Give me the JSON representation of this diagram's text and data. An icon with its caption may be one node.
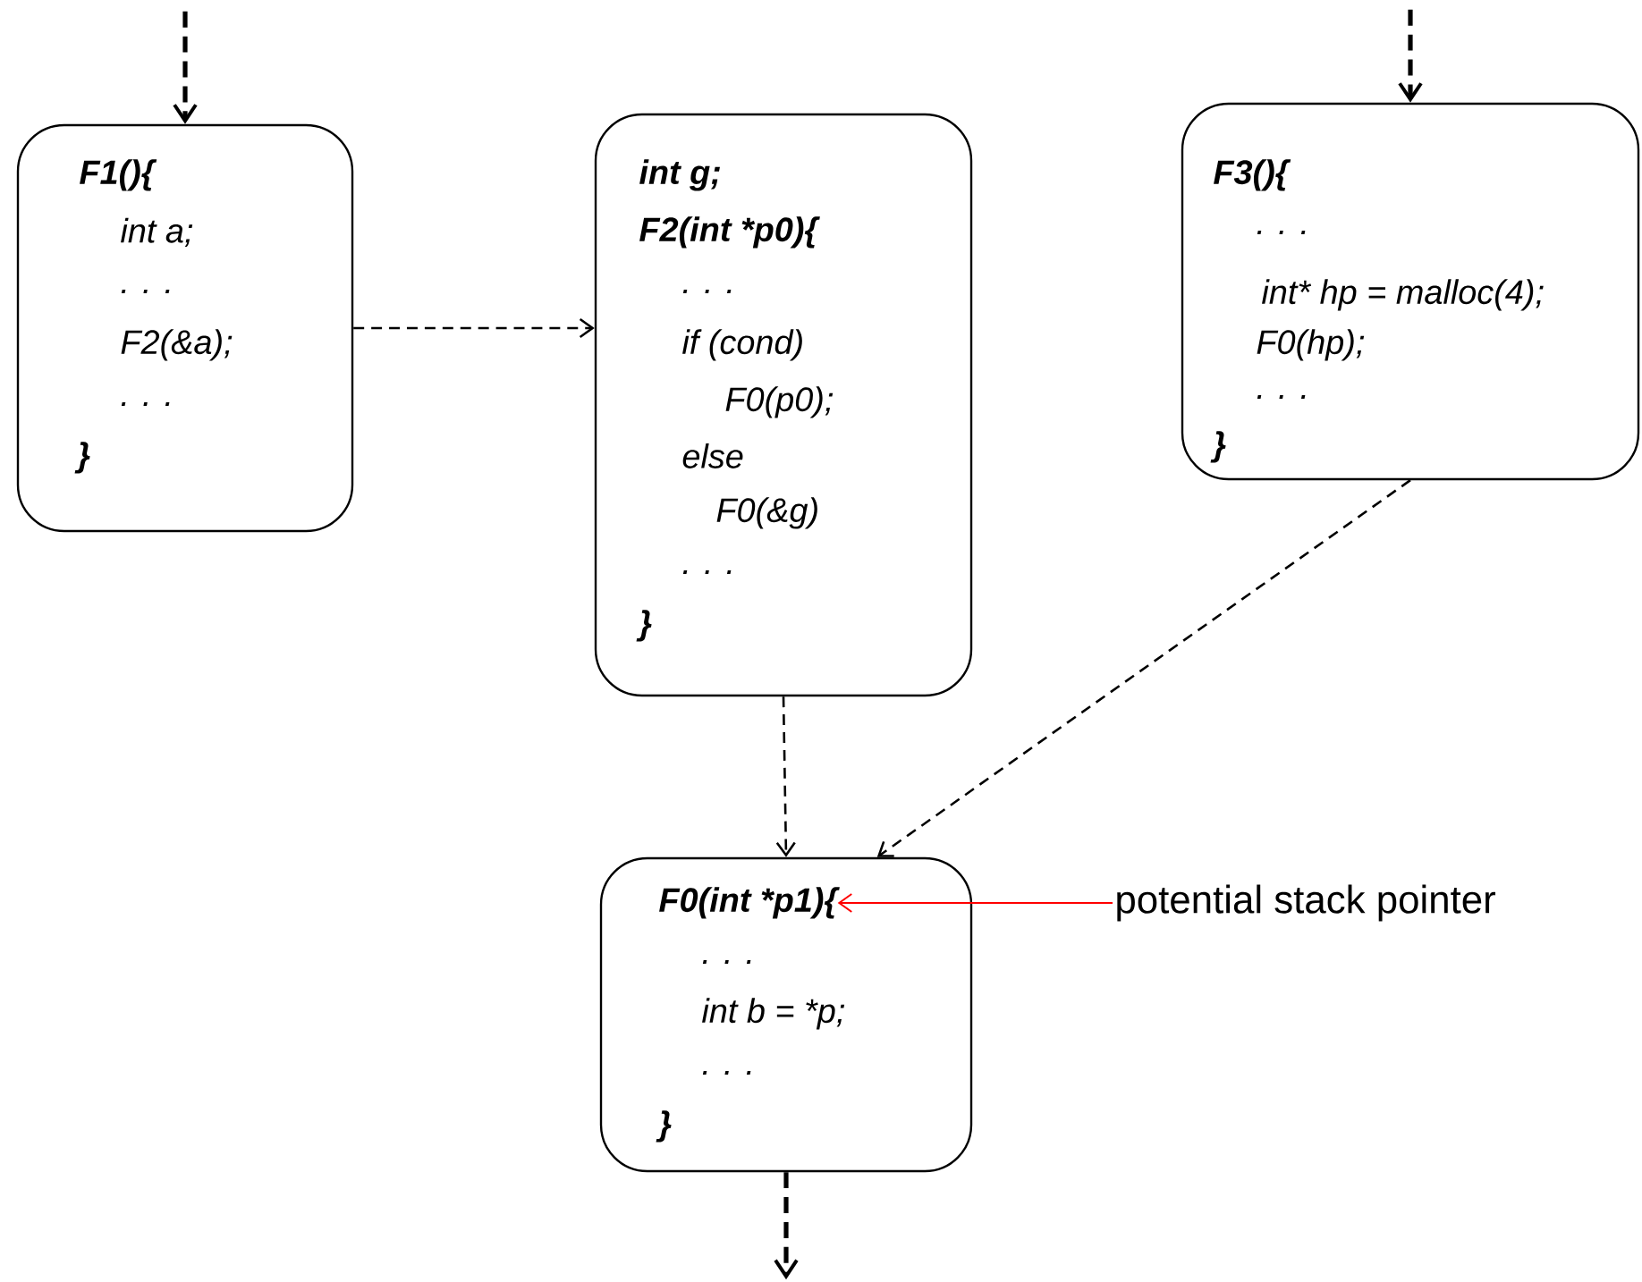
{
  "diagram": {
    "nodes": [
      {
        "text": [
          "**F1(){**",
          "int a;",
          ". . .",
          "F2(&a);",
          ". . .",
          "**}**"
        ]
      },
      {
        "text": [
          "**int g;**",
          "**F2(int *p0){**",
          ". . .",
          "if (cond)",
          "F0(p0);",
          "else",
          "F0(&g)",
          ". . .",
          "**}**"
        ]
      },
      {
        "text": [
          "**F3(){**",
          ". . .",
          "int* hp = malloc(4);",
          "F0(hp);",
          ". . .",
          "**}**"
        ]
      },
      {
        "text": [
          "**F0(int *p1){**",
          ". . .",
          "int b = *p;",
          ". . .",
          "**}**"
        ]
      },
      {
        "text": [
          "potential stack pointer"
        ]
      }
    ],
    "edges": [
      {
        "from": null,
        "to": 0,
        "arrow": "to",
        "style": "dashed"
      },
      {
        "from": 0,
        "to": 1,
        "arrow": "to",
        "style": "dashed"
      },
      {
        "from": null,
        "to": 2,
        "arrow": "to",
        "style": "dashed"
      },
      {
        "from": 1,
        "to": 3,
        "arrow": "to",
        "style": "dashed"
      },
      {
        "from": 2,
        "to": 3,
        "arrow": "to",
        "style": "dashed"
      },
      {
        "from": 4,
        "to": 3,
        "arrow": "to",
        "color": "#ff0000"
      },
      {
        "from": 3,
        "to": null,
        "arrow": "to",
        "style": "dashed"
      }
    ]
  }
}
